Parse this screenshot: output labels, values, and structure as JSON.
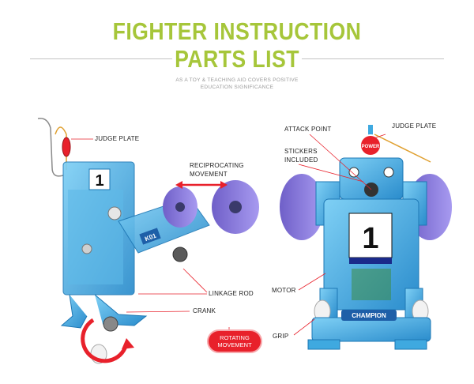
{
  "header": {
    "title_line1": "FIGHTER INSTRUCTION",
    "title_line2": "PARTS LIST",
    "subtitle_line1": "AS A TOY & TEACHING AID COVERS POSITIVE",
    "subtitle_line2": "EDUCATION SIGNIFICANCE"
  },
  "left_robot": {
    "plate_number": "1",
    "arm_tag": "K01",
    "labels": {
      "judge_plate": "JUDGE PLATE",
      "reciprocating_line1": "RECIPROCATING",
      "reciprocating_line2": "MOVEMENT",
      "linkage_rod": "LINKAGE ROD",
      "crank": "CRANK",
      "rotating_line1": "ROTATING",
      "rotating_line2": "MOVEMENT"
    }
  },
  "right_robot": {
    "power_text": "POWER",
    "chest_number": "1",
    "base_text": "CHAMPION",
    "labels": {
      "attack_point": "ATTACK POINT",
      "judge_plate": "JUDGE PLATE",
      "stickers_line1": "STICKERS",
      "stickers_line2": "INCLUDED",
      "motor": "MOTOR",
      "grip": "GRIP"
    }
  },
  "colors": {
    "title_green": "#a6c63a",
    "robot_blue": "#3fa9e0",
    "disc_purple": "#8a7cd6",
    "accent_red": "#e8212b"
  }
}
